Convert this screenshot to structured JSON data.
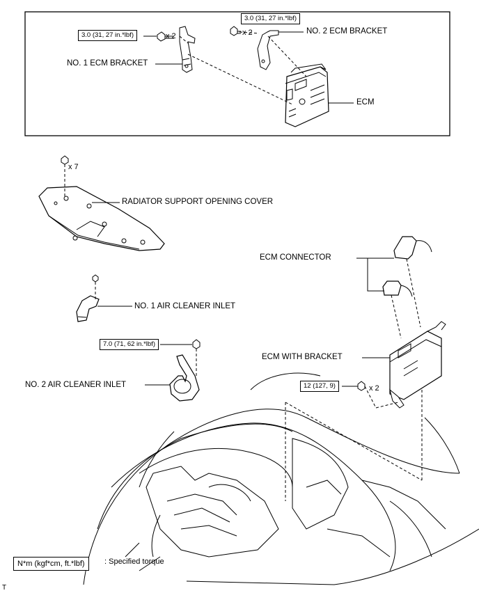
{
  "top_panel": {
    "no1_bracket_label": "NO. 1 ECM BRACKET",
    "no2_bracket_label": "NO. 2 ECM BRACKET",
    "ecm_label": "ECM",
    "torque_no1": "3.0 (31, 27 in.*lbf)",
    "torque_no2": "3.0 (31, 27 in.*lbf)",
    "count_no1": "x 2",
    "count_no2": "x 2"
  },
  "main": {
    "cover_label": "RADIATOR SUPPORT OPENING COVER",
    "cover_count": "x 7",
    "no1_inlet_label": "NO. 1 AIR CLEANER INLET",
    "no2_inlet_label": "NO. 2 AIR CLEANER INLET",
    "no2_inlet_torque": "7.0 (71, 62 in.*lbf)",
    "connector_label": "ECM CONNECTOR",
    "ecm_with_bracket_label": "ECM WITH BRACKET",
    "ecm_torque": "12 (127, 9)",
    "ecm_count": "x 2"
  },
  "legend": {
    "unit": "N*m (kgf*cm, ft.*lbf)",
    "text": ": Specified torque"
  },
  "corner_mark": "T"
}
